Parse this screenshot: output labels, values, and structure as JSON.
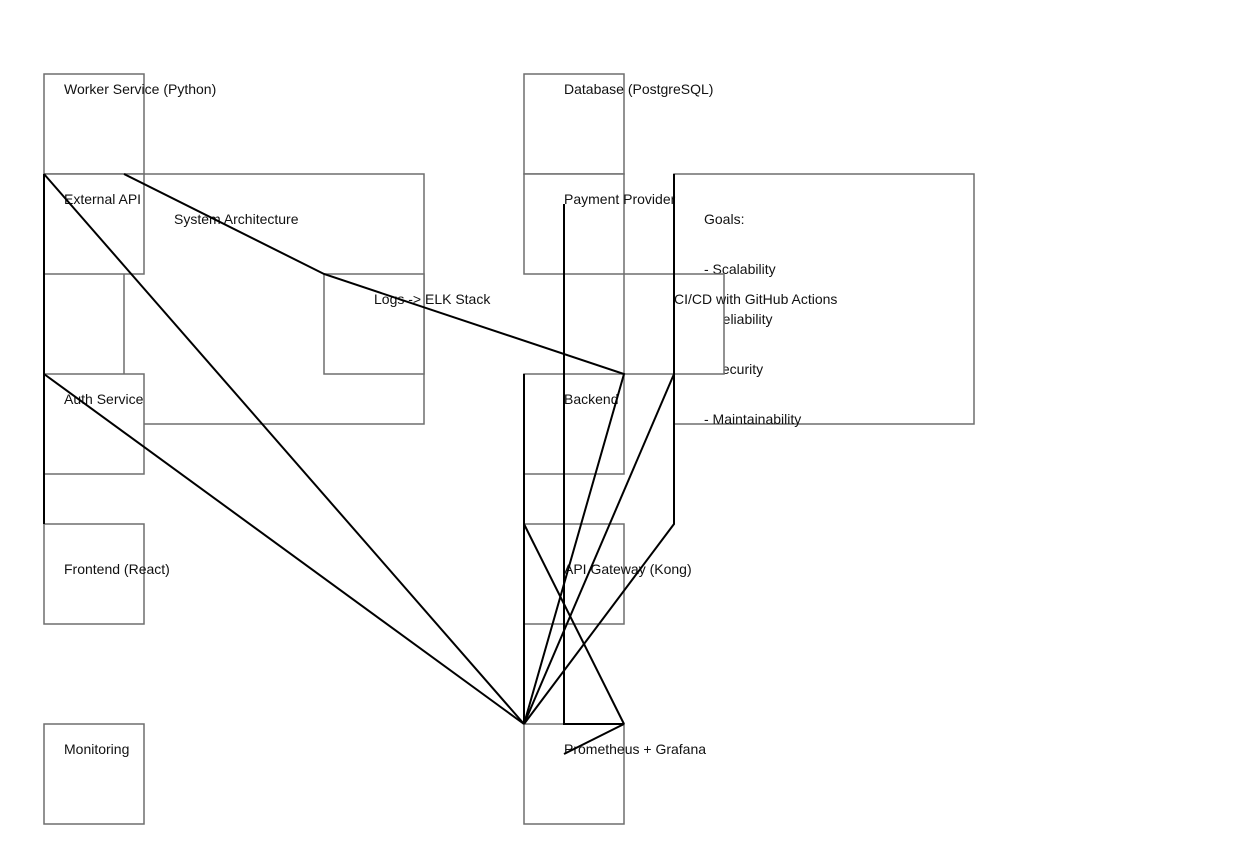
{
  "diagram": {
    "title": "System Architecture",
    "nodes": [
      {
        "id": "sysarch",
        "label": "System Architecture"
      },
      {
        "id": "goals",
        "label": "Goals:",
        "lines": [
          "- Scalability",
          "- Reliability",
          "- Security",
          "- Maintainability"
        ]
      },
      {
        "id": "worker",
        "label": "Worker Service (Python)"
      },
      {
        "id": "external",
        "label": "External API"
      },
      {
        "id": "logs",
        "label": "Logs -> ELK Stack"
      },
      {
        "id": "auth",
        "label": "Auth Service"
      },
      {
        "id": "frontend",
        "label": "Frontend (React)"
      },
      {
        "id": "monitoring",
        "label": "Monitoring"
      },
      {
        "id": "database",
        "label": "Database (PostgreSQL)"
      },
      {
        "id": "payment",
        "label": "Payment Provider"
      },
      {
        "id": "cicd",
        "label": "CI/CD with GitHub Actions"
      },
      {
        "id": "backend",
        "label": "Backend"
      },
      {
        "id": "gateway",
        "label": "API Gateway (Kong)"
      },
      {
        "id": "prometheus",
        "label": "Prometheus + Grafana"
      }
    ],
    "colors": {
      "box_stroke": "#6e6e6e",
      "edge": "#000000",
      "text": "#111111",
      "background": "#ffffff"
    }
  }
}
